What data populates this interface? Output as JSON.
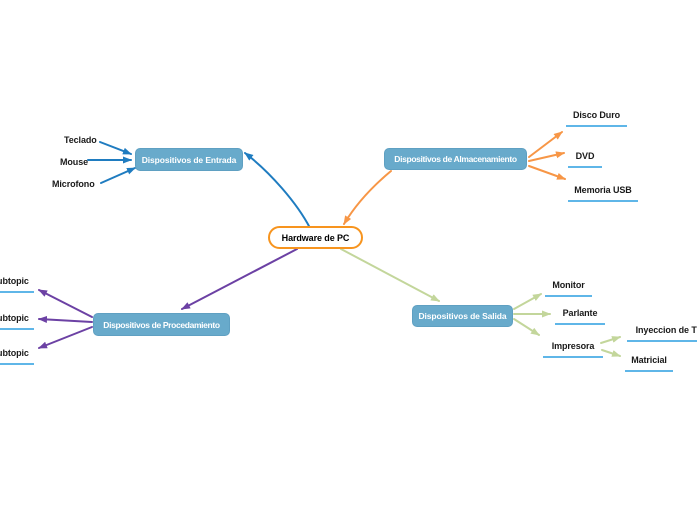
{
  "app": {
    "type": "mind-map-canvas",
    "background": "#FFFFFF"
  },
  "colors": {
    "node_fill": "#68AACB",
    "node_border": "#5FA0C2",
    "node_text": "#FFFFFF",
    "leaf_text": "#1A1A1A",
    "underline": "#5FB6E8",
    "center_fill": "#FFFFFF",
    "center_border": "#F7941E",
    "center_text": "#000000",
    "branch_entrada": "#1F7CC0",
    "branch_almacenamiento": "#F79646",
    "branch_procedamiento": "#6C41A4",
    "branch_salida": "#C3D69B"
  },
  "center": {
    "label": "Hardware de PC"
  },
  "branches": [
    {
      "label": "Dispositivos de Entrada",
      "color": "#1F7CC0",
      "children": [
        {
          "label": "Teclado"
        },
        {
          "label": "Mouse"
        },
        {
          "label": "Microfono"
        }
      ]
    },
    {
      "label": "Dispositivos de Almacenamiento",
      "color": "#F79646",
      "children": [
        {
          "label": "Disco Duro"
        },
        {
          "label": "DVD"
        },
        {
          "label": "Memoria USB"
        }
      ]
    },
    {
      "label": "Dispositivos de Procedamiento",
      "color": "#6C41A4",
      "children": [
        {
          "label": "Subtopic"
        },
        {
          "label": "Subtopic"
        },
        {
          "label": "Subtopic"
        }
      ]
    },
    {
      "label": "Dispositivos de Salida",
      "color": "#C3D69B",
      "children": [
        {
          "label": "Monitor"
        },
        {
          "label": "Parlante"
        },
        {
          "label": "Impresora",
          "children": [
            {
              "label": "Inyeccion de Tin"
            },
            {
              "label": "Matricial"
            }
          ]
        }
      ]
    }
  ]
}
